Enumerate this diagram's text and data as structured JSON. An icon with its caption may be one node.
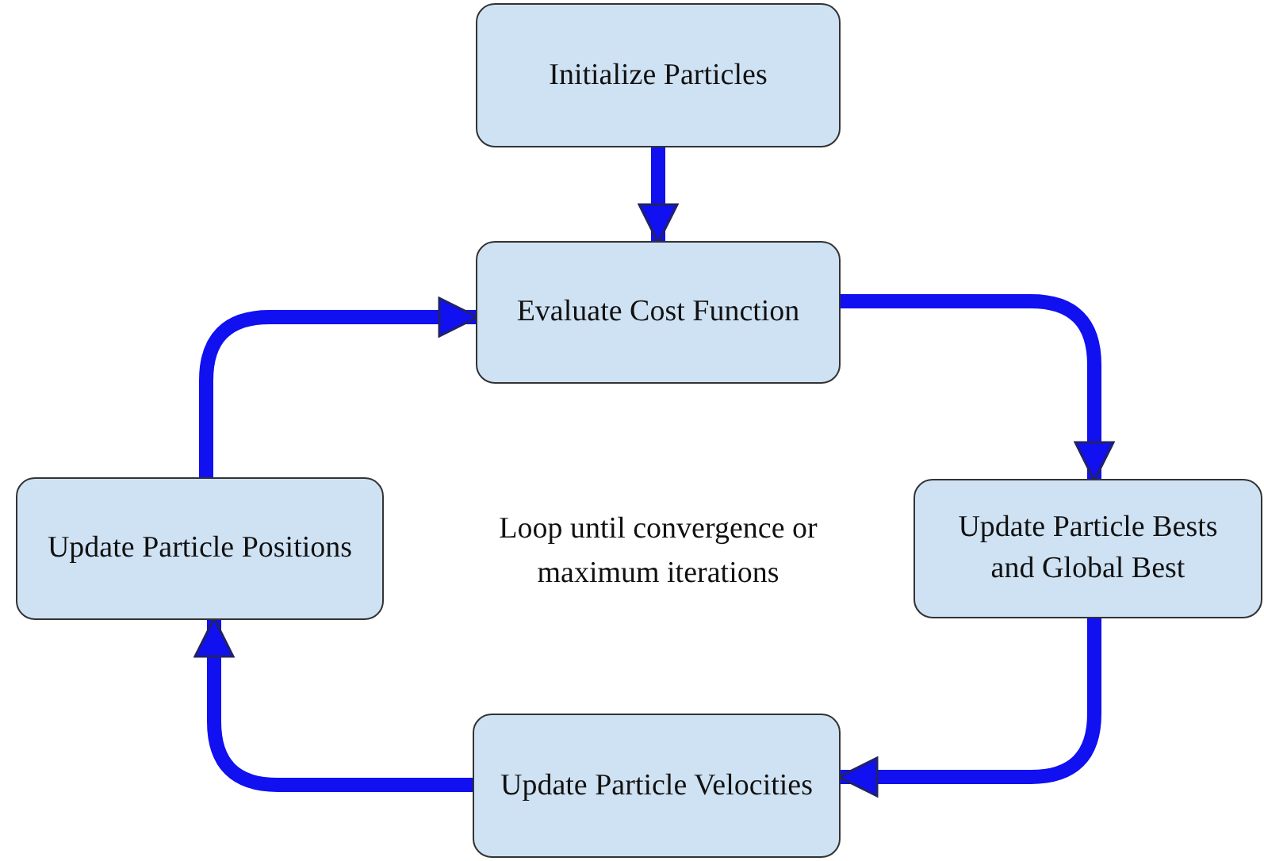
{
  "diagram": {
    "nodes": [
      {
        "text": [
          "Initialize Particles"
        ]
      },
      {
        "text": [
          "Evaluate Cost Function"
        ]
      },
      {
        "text": [
          "Update Particle Bests and Global Best"
        ]
      },
      {
        "text": [
          "Update Particle Velocities"
        ]
      },
      {
        "text": [
          "Update Particle Positions"
        ]
      }
    ],
    "edges": [
      {
        "from": 0,
        "to": 1,
        "arrow": "to"
      },
      {
        "from": 1,
        "to": 2,
        "arrow": "to"
      },
      {
        "from": 2,
        "to": 3,
        "arrow": "to"
      },
      {
        "from": 3,
        "to": 4,
        "arrow": "to"
      },
      {
        "from": 4,
        "to": 1,
        "arrow": "to"
      }
    ],
    "labels": [
      "Loop until convergence or maximum iterations"
    ]
  }
}
